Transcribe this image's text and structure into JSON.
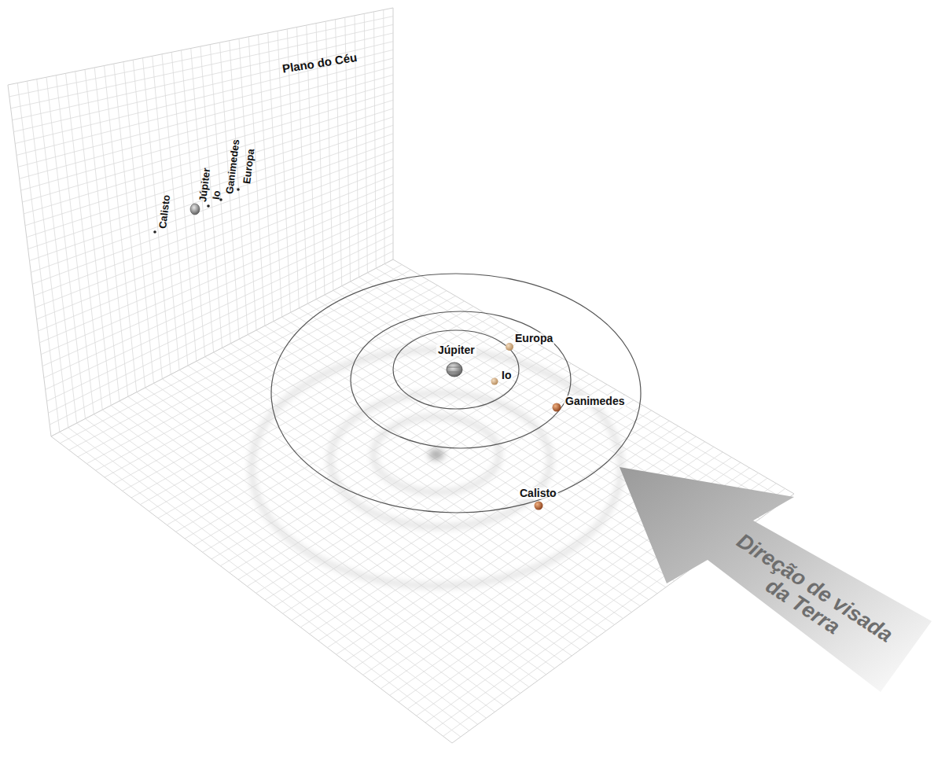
{
  "diagram": {
    "labels": [
      "Plano do Céu",
      "Calisto",
      "Júpiter",
      "Io",
      "Ganimedes",
      "Europa",
      "Júpiter",
      "Europa",
      "Io",
      "Ganimedes",
      "Calisto",
      "Direção de visada da Terra"
    ]
  }
}
